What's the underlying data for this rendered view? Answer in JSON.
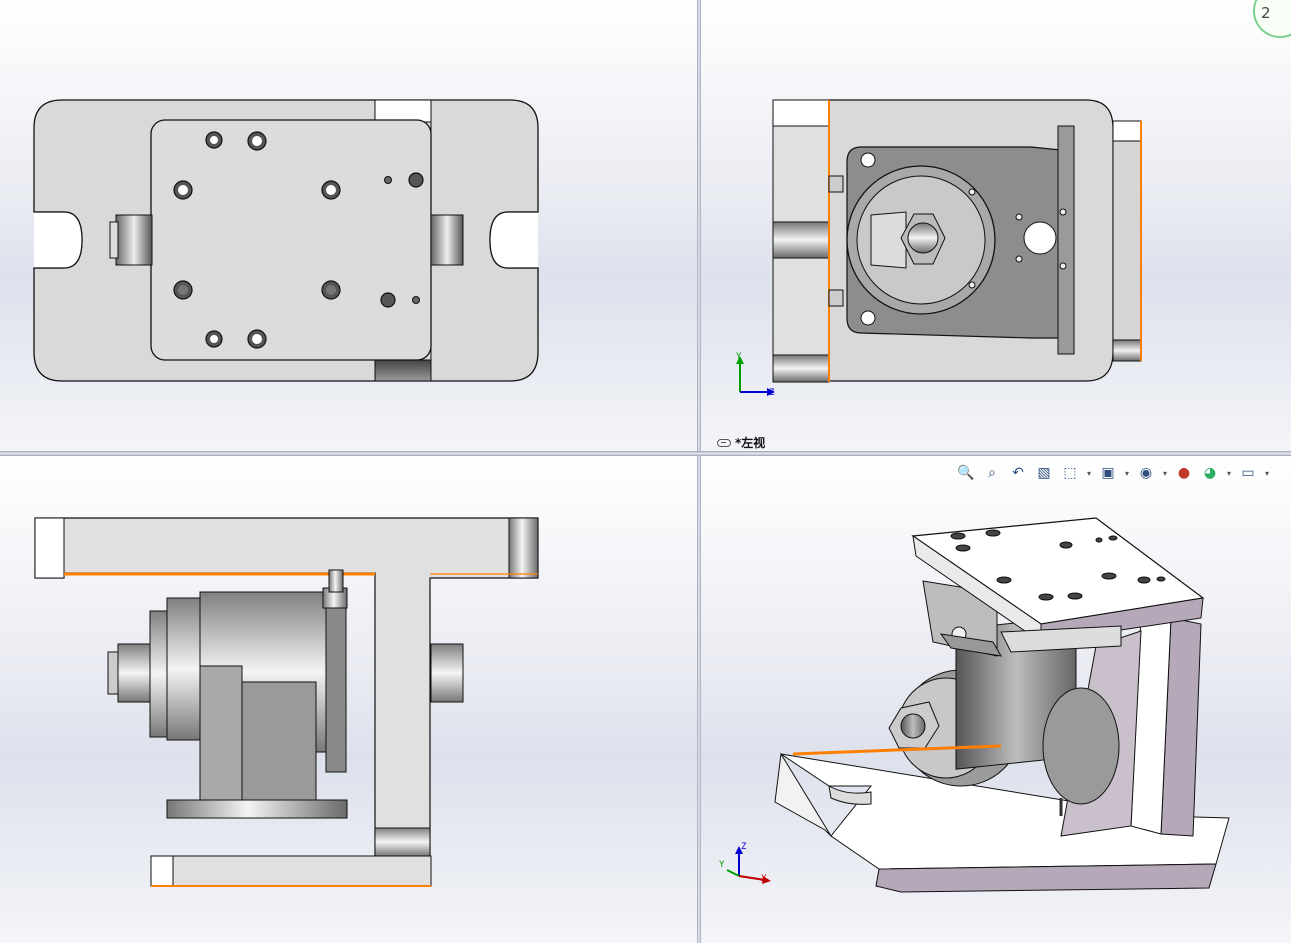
{
  "app": {
    "active_view_label": "*左视",
    "corner_widget_text": "2"
  },
  "triad": {
    "axis_x": "X",
    "axis_y": "Y",
    "axis_z": "Z"
  },
  "hud_toolbar": {
    "icons": [
      "zoom-to-fit-icon",
      "zoom-to-area-icon",
      "previous-view-icon",
      "section-view-icon",
      "view-orientation-icon",
      "display-style-icon",
      "hide-show-items-icon",
      "edit-appearance-icon",
      "apply-scene-icon",
      "view-settings-icon"
    ]
  },
  "colors": {
    "part_fill": "#d9d9d9",
    "part_edge": "#111111",
    "edge_highlight": "#ff7f00",
    "iso_part_face": "#b5a8b8",
    "triad_x": "#c00000",
    "triad_y": "#00a000",
    "triad_z": "#0000d0"
  }
}
